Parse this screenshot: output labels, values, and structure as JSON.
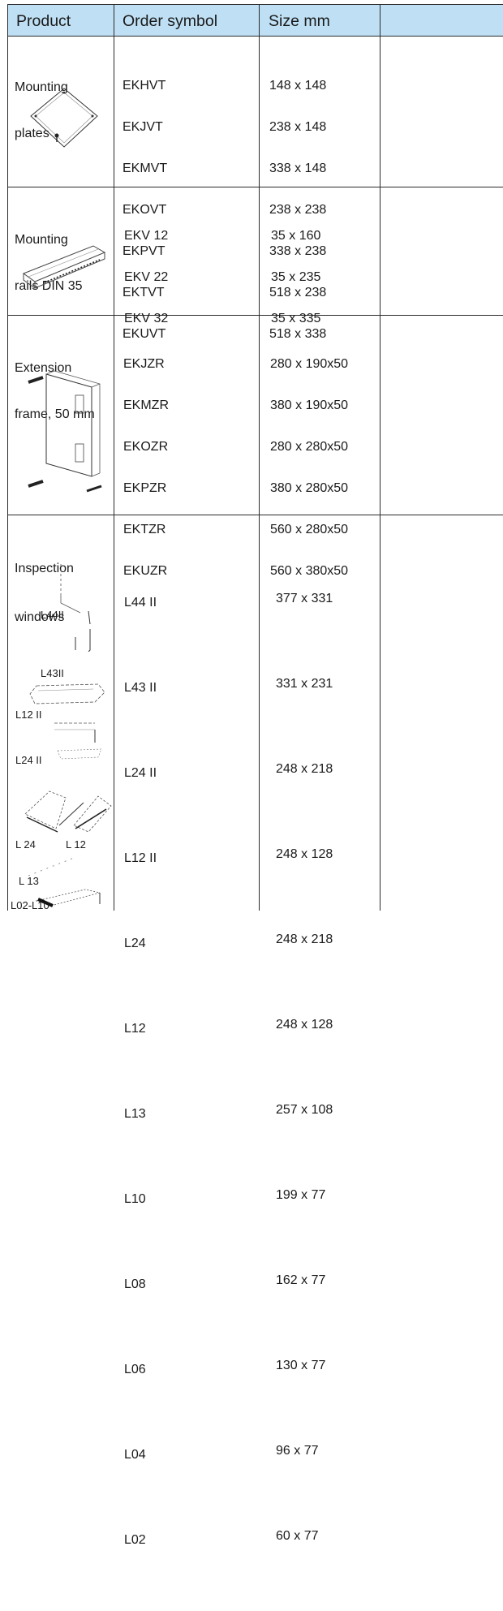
{
  "headers": {
    "product": "Product",
    "order_symbol": "Order symbol",
    "size": "Size mm",
    "extra": ""
  },
  "sections": [
    {
      "product_lines": [
        "Mounting",
        "plates"
      ],
      "symbols": [
        "EKHVT",
        "EKJVT",
        "EKMVT",
        "EKOVT",
        "EKPVT",
        "EKTVT",
        "EKUVT"
      ],
      "sizes": [
        "148 x 148",
        "238 x 148",
        "338 x 148",
        "238 x 238",
        "338 x 238",
        "518 x 238",
        "518 x 338"
      ]
    },
    {
      "product_lines": [
        "Mounting",
        "rails DIN 35"
      ],
      "symbols": [
        "EKV 12",
        "EKV 22",
        "EKV 32"
      ],
      "sizes": [
        "35 x 160",
        "35 x 235",
        "35 x 335"
      ]
    },
    {
      "product_lines": [
        "Extension",
        "frame, 50 mm"
      ],
      "symbols": [
        "EKJZR",
        "EKMZR",
        "EKOZR",
        "EKPZR",
        "EKTZR",
        "EKUZR"
      ],
      "sizes": [
        "280 x 190x50",
        "380 x 190x50",
        "280 x 280x50",
        "380 x 280x50",
        "560 x 280x50",
        "560 x 380x50"
      ]
    },
    {
      "product_lines": [
        "Inspection",
        "windows"
      ],
      "symbols": [
        "L44 II",
        "L43 II",
        "L24 II",
        "L12 II",
        "L24",
        "L12",
        "L13",
        "L10",
        "L08",
        "L06",
        "L04",
        "L02"
      ],
      "sizes": [
        "377 x 331",
        "331 x 231",
        "248 x 218",
        "248 x 128",
        "248 x 218",
        "248 x 128",
        "257 x 108",
        "199 x 77",
        "162 x 77",
        "130 x 77",
        "96 x 77",
        "60 x 77"
      ],
      "illustration_labels": [
        "L44II",
        "L43II",
        "L12 II",
        "L24 II",
        "L 24",
        "L 12",
        "L 13",
        "L02-L10"
      ]
    }
  ]
}
